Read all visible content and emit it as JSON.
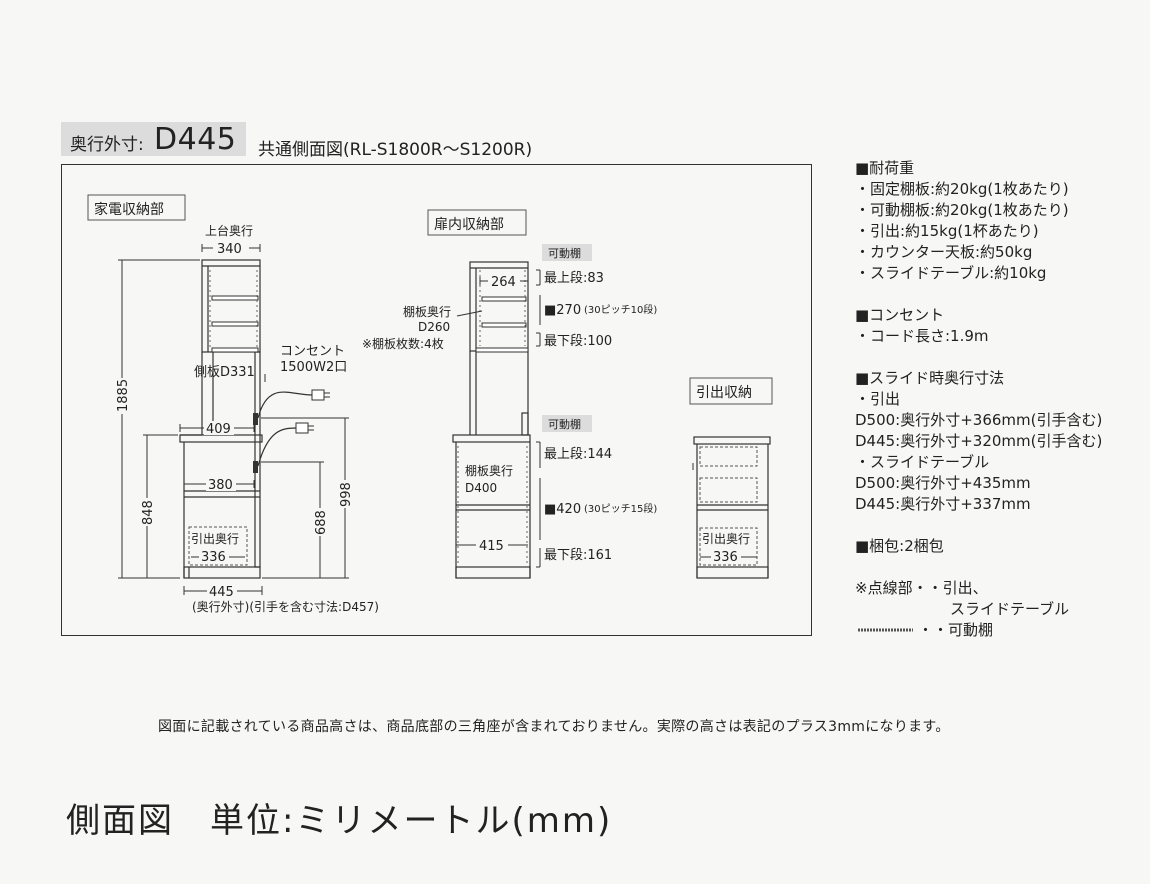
{
  "header": {
    "depth_label": "奥行外寸:",
    "depth_code": "D445",
    "subtitle": "共通側面図(RL-S1800R〜S1200R)"
  },
  "sections": {
    "appliance": "家電収納部",
    "door": "扉内収納部",
    "drawer": "引出収納"
  },
  "appliance_labels": {
    "upper_depth": "上台奥行",
    "upper_depth_value": "340",
    "side_panel": "側板D331",
    "outlet": "コンセント",
    "outlet_spec": "1500W2口",
    "total_height": "1885",
    "counter_depth": "409",
    "lower_height": "848",
    "inner_depth": "380",
    "height_998": "998",
    "height_688": "688",
    "drawer_depth_label": "引出奥行",
    "drawer_depth_value": "336",
    "outer_depth": "445",
    "outer_depth_note": "(奥行外寸)(引手を含む寸法:D457)"
  },
  "door_labels": {
    "movable_shelf": "可動棚",
    "upper_inner": "264",
    "top_step": "最上段:83",
    "pitch_upper": "■270",
    "pitch_upper_note": "(30ピッチ10段)",
    "bottom_step": "最下段:100",
    "shelf_depth": "棚板奥行",
    "shelf_depth_value": "D260",
    "shelf_count": "※棚板枚数:4枚",
    "movable_shelf_lower": "可動棚",
    "top_step_lower": "最上段:144",
    "shelf_depth_lower": "棚板奥行",
    "shelf_depth_lower_value": "D400",
    "pitch_lower": "■420",
    "pitch_lower_note": "(30ピッチ15段)",
    "lower_inner": "415",
    "bottom_step_lower": "最下段:161"
  },
  "drawer_labels": {
    "depth_label": "引出奥行",
    "depth_value": "336"
  },
  "specs": {
    "load_title": "■耐荷重",
    "load_items": [
      "・固定棚板:約20kg(1枚あたり)",
      "・可動棚板:約20kg(1枚あたり)",
      "・引出:約15kg(1杯あたり)",
      "・カウンター天板:約50kg",
      "・スライドテーブル:約10kg"
    ],
    "outlet_title": "■コンセント",
    "outlet_items": [
      "・コード長さ:1.9m"
    ],
    "slide_title": "■スライド時奥行寸法",
    "slide_items": [
      "・引出",
      "D500:奥行外寸+366mm(引手含む)",
      "D445:奥行外寸+320mm(引手含む)",
      "・スライドテーブル",
      "D500:奥行外寸+435mm",
      "D445:奥行外寸+337mm"
    ],
    "package": "■梱包:2梱包",
    "legend_dotted": "※点線部・・引出、",
    "legend_dotted_2": "スライドテーブル",
    "legend_shelf": "・・可動棚"
  },
  "footnote": "図面に記載されている商品高さは、商品底部の三角座が含まれておりません。実際の高さは表記のプラス3mmになります。",
  "bottom_title": "側面図　単位:ミリメートル(mm)"
}
